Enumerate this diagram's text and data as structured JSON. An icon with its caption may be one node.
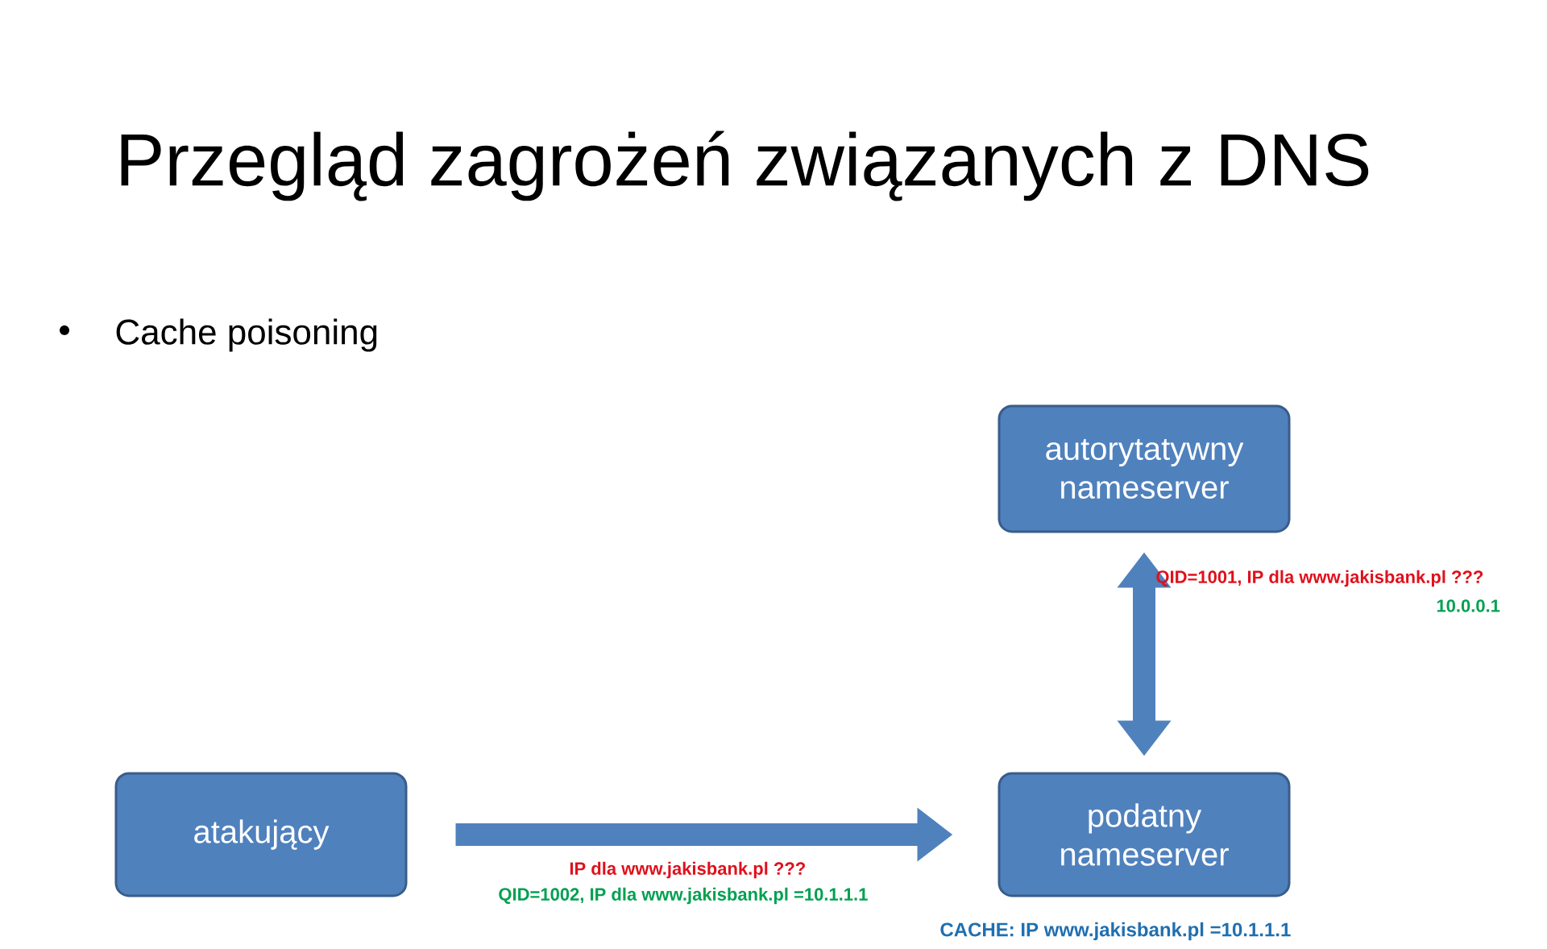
{
  "diagram": {
    "title": "Przegląd zagrożeń związanych z DNS",
    "nodes": [
      {
        "text": [
          "autorytatywny nameserver"
        ]
      },
      {
        "text": [
          "atakujący"
        ]
      },
      {
        "text": [
          "podatny nameserver"
        ]
      }
    ],
    "edges": [
      {
        "from": 1,
        "to": 2,
        "arrow": "to"
      },
      {
        "from": 2,
        "to": 0,
        "arrow": "both"
      }
    ],
    "labels": [
      "Cache poisoning",
      "QID=1001, IP dla www.jakisbank.pl ???",
      "10.0.0.1",
      "IP dla www.jakisbank.pl ???",
      "QID=1002, IP dla www.jakisbank.pl =10.1.1.1",
      "CACHE: IP  www.jakisbank.pl =10.1.1.1"
    ]
  }
}
